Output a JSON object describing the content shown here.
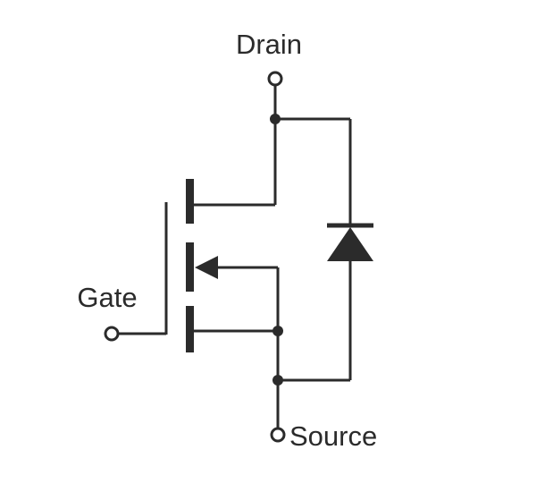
{
  "terminals": {
    "drain": "Drain",
    "gate": "Gate",
    "source": "Source"
  },
  "colors": {
    "line": "#2b2b2b",
    "background": "#ffffff"
  }
}
